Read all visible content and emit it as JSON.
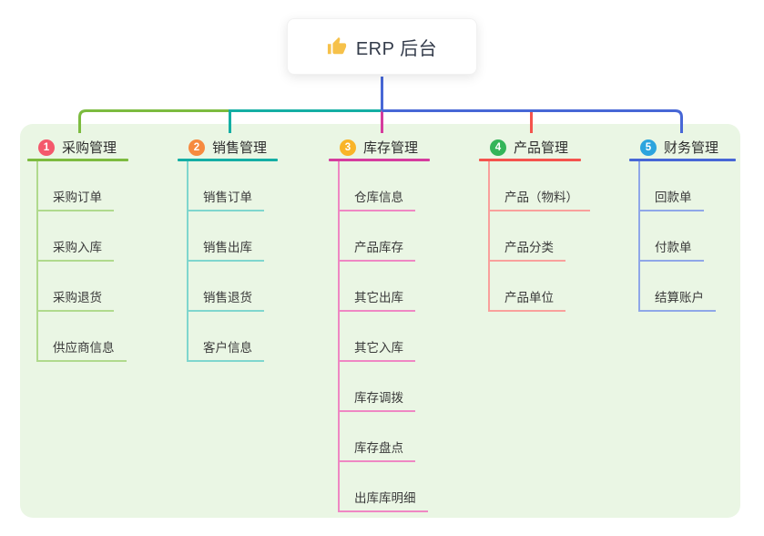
{
  "root": {
    "label": "ERP 后台",
    "icon": "thumbs-up-icon",
    "icon_color": "#F6C14A",
    "line_color": "#4767D6"
  },
  "canvas": {
    "background": "#FFFFFF",
    "panel_background": "#EAF6E4"
  },
  "branches": [
    {
      "badge": "1",
      "label": "采购管理",
      "badge_color": "#F4586C",
      "line_color": "#7CBB3F",
      "connector_color": "#B0DA8D",
      "items": [
        "采购订单",
        "采购入库",
        "采购退货",
        "供应商信息"
      ]
    },
    {
      "badge": "2",
      "label": "销售管理",
      "badge_color": "#F68A3F",
      "line_color": "#14AEA4",
      "connector_color": "#7FD6CE",
      "items": [
        "销售订单",
        "销售出库",
        "销售退货",
        "客户信息"
      ]
    },
    {
      "badge": "3",
      "label": "库存管理",
      "badge_color": "#F9B428",
      "line_color": "#D53C9E",
      "connector_color": "#EF87C3",
      "items": [
        "仓库信息",
        "产品库存",
        "其它出库",
        "其它入库",
        "库存调拨",
        "库存盘点",
        "出库库明细"
      ]
    },
    {
      "badge": "4",
      "label": "产品管理",
      "badge_color": "#34B559",
      "line_color": "#F4534D",
      "connector_color": "#F9A09C",
      "items": [
        "产品（物料）",
        "产品分类",
        "产品单位"
      ]
    },
    {
      "badge": "5",
      "label": "财务管理",
      "badge_color": "#2CA4DE",
      "line_color": "#4767D6",
      "connector_color": "#8FA7E8",
      "items": [
        "回款单",
        "付款单",
        "结算账户"
      ]
    }
  ]
}
